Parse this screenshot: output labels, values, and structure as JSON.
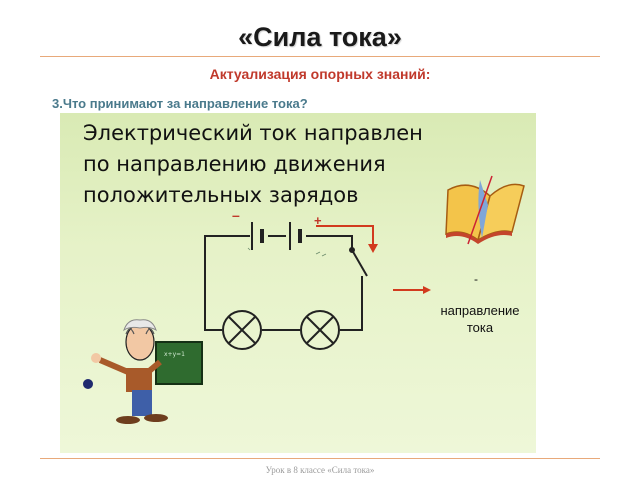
{
  "slide": {
    "title": "«Сила тока»",
    "subtitle": "Актуализация опорных знаний:",
    "question": "3.Что принимают за направление тока?",
    "statement": [
      "Электрический ток направлен",
      "по направлению движения",
      "положительных зарядов"
    ],
    "circuit": {
      "minus_sign": "–",
      "plus_sign": "+"
    },
    "direction_dash": "-",
    "direction_label": [
      "направление",
      "тока"
    ],
    "footer": "Урок в 8 классе «Сила тока»"
  },
  "colors": {
    "accent_red": "#c0392b",
    "question_teal": "#4a7a8c",
    "panel_green": "#e6f2c8",
    "wire": "#222222",
    "arrow": "#d23a1e"
  },
  "icons": [
    "book-icon",
    "professor-illustration",
    "lamp-icon",
    "battery-icon",
    "switch-icon",
    "arrow-icon"
  ]
}
